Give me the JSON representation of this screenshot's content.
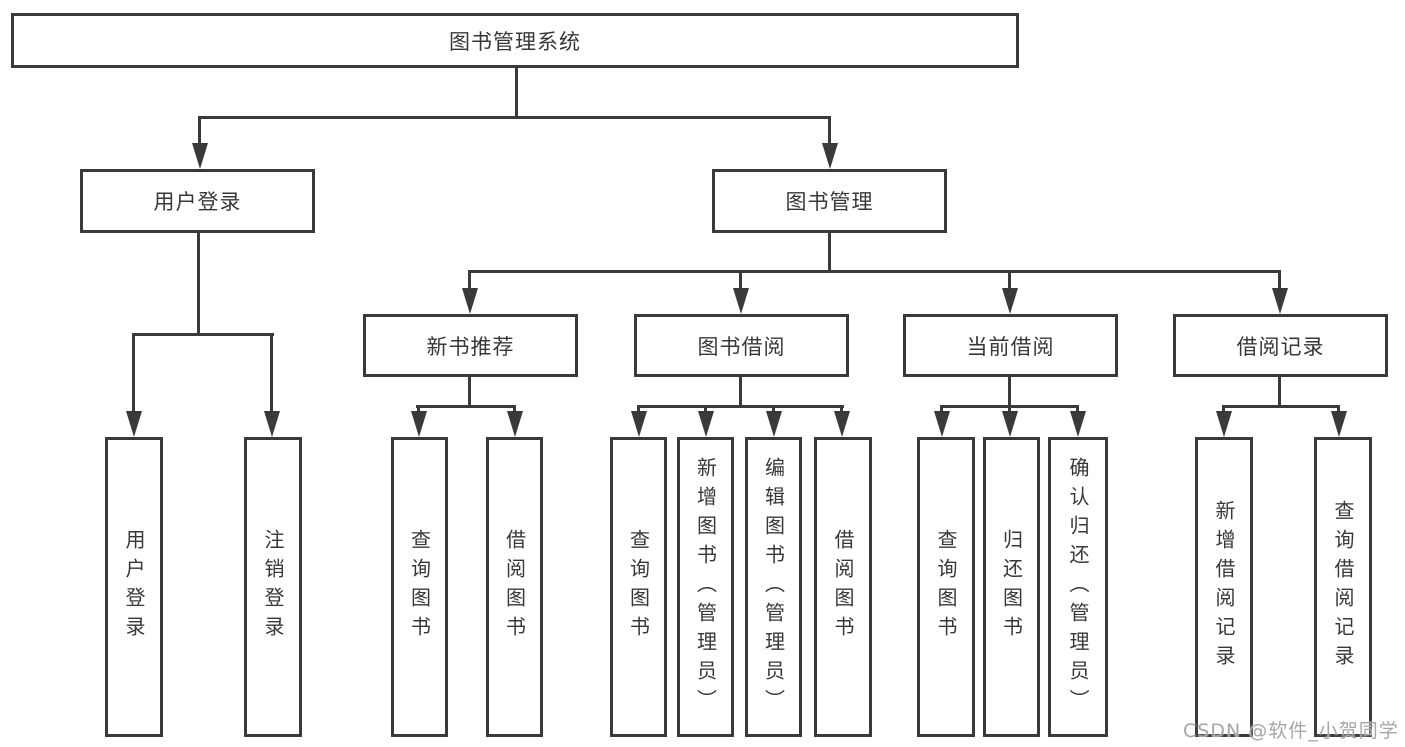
{
  "title": "图书管理系统",
  "watermark": "CSDN @软件_小贺同学",
  "colors": {
    "line": "#3a3a3a",
    "text": "#383838",
    "background": "#ffffff",
    "watermark": "#a6a6a6"
  },
  "tree": {
    "root": {
      "label": "图书管理系统"
    },
    "level2": [
      {
        "label": "用户登录",
        "children": [
          "用户登录",
          "注销登录"
        ]
      },
      {
        "label": "图书管理"
      }
    ],
    "level3": [
      {
        "label": "新书推荐",
        "children": [
          "查询图书",
          "借阅图书"
        ]
      },
      {
        "label": "图书借阅",
        "children": [
          "查询图书",
          "新增图书（管理员）",
          "编辑图书（管理员）",
          "借阅图书"
        ]
      },
      {
        "label": "当前借阅",
        "children": [
          "查询图书",
          "归还图书",
          "确认归还（管理员）"
        ]
      },
      {
        "label": "借阅记录",
        "children": [
          "新增借阅记录",
          "查询借阅记录"
        ]
      }
    ]
  }
}
